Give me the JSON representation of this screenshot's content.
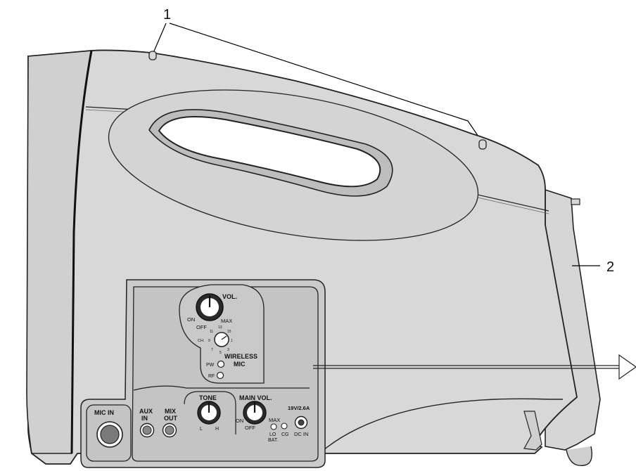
{
  "callouts": {
    "top": "1",
    "right": "2"
  },
  "wireless": {
    "vol": "VOL.",
    "on": "ON",
    "off": "OFF",
    "max": "MAX",
    "ch": "CH.",
    "channels": [
      "1",
      "3",
      "5",
      "7",
      "9",
      "11",
      "13",
      "15"
    ],
    "title": "WIRELESS",
    "title2": "MIC",
    "pw": "PW",
    "rf": "RF"
  },
  "jacks": {
    "mic_in": "MIC IN",
    "aux_in_1": "AUX",
    "aux_in_2": "IN",
    "mix_out_1": "MIX",
    "mix_out_2": "OUT"
  },
  "tone": {
    "title": "TONE",
    "low": "L",
    "high": "H"
  },
  "main_vol": {
    "title": "MAIN VOL.",
    "on": "ON",
    "off": "OFF",
    "max": "MAX"
  },
  "battery": {
    "lo": "LO",
    "cg": "CG",
    "bat": "BAT."
  },
  "power": {
    "rating": "19V/2.6A",
    "dc_in": "DC IN"
  },
  "colors": {
    "body": "#d8d8d8",
    "panel": "#c8c8c8",
    "stroke": "#222222",
    "knob": "#2a2a2a"
  }
}
